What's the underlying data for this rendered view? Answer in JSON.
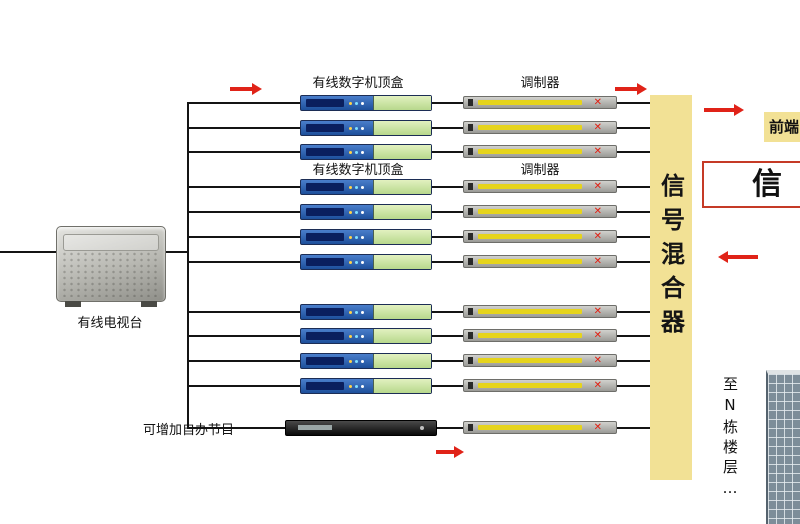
{
  "diagram": {
    "station_label": "有线电视台",
    "stb_group_label": "有线数字机顶盒",
    "modulator_label": "调制器",
    "self_program_label": "可增加自办节目",
    "mixer_label": "信号混合器",
    "front_end_label": "前端…",
    "signal_box_label": "信",
    "to_building_label": "至N栋楼层…",
    "mod_mark": "✕"
  },
  "colors": {
    "arrow_red": "#e02318",
    "mixer_yellow": "#f2e195",
    "line_black": "#141414"
  }
}
